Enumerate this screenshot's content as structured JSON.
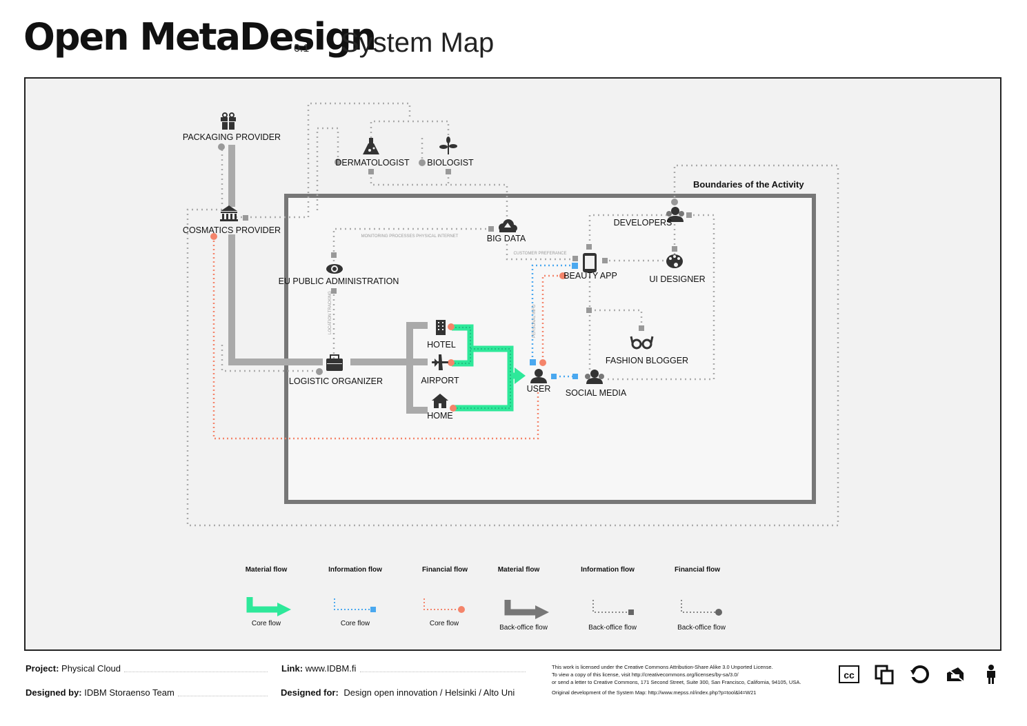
{
  "header": {
    "title": "Open MetaDesign",
    "version": "0.1",
    "subtitle": "System Map"
  },
  "map": {
    "boundary_label": "Boundaries of the Activity",
    "actors": {
      "packaging_provider": "PACKAGING PROVIDER",
      "cosmetics_provider": "COSMATICS PROVIDER",
      "dermatologist": "DERMATOLOGIST",
      "biologist": "BIOLOGIST",
      "big_data": "BIG DATA",
      "eu_public_admin": "EU PUBLIC ADMINISTRATION",
      "logistic_organizer": "LOGISTIC ORGANIZER",
      "hotel": "HOTEL",
      "airport": "AIRPORT",
      "home": "HOME",
      "user": "USER",
      "beauty_app": "BEAUTY APP",
      "developers": "DEVELOPERS",
      "ui_designer": "UI DESIGNER",
      "fashion_blogger": "FASHION BLOGGER",
      "social_media": "SOCIAL MEDIA"
    },
    "flow_labels": {
      "monitoring": "MONITORING PROCESSES PHYSICAL INTERNET",
      "customer_preference": "CUSTOMER PREFERANCE",
      "location_tracking": "LOCATION TRACKING",
      "personal_info": "PERSONAL INFO"
    }
  },
  "legend": [
    {
      "title": "Material flow",
      "sub": "Core flow"
    },
    {
      "title": "Information flow",
      "sub": "Core flow"
    },
    {
      "title": "Financial flow",
      "sub": "Core flow"
    },
    {
      "title": "Material flow",
      "sub": "Back-office flow"
    },
    {
      "title": "Information flow",
      "sub": "Back-office flow"
    },
    {
      "title": "Financial flow",
      "sub": "Back-office flow"
    }
  ],
  "footer": {
    "project_label": "Project:",
    "project_value": "Physical Cloud",
    "designed_by_label": "Designed by:",
    "designed_by_value": "IDBM Storaenso Team",
    "link_label": "Link:",
    "link_value": "www.IDBM.fi",
    "designed_for_label": "Designed for:",
    "designed_for_value": "Design open innovation / Helsinki / Alto Uni",
    "license_lines": [
      "This work is licensed under the Creative Commons Attribution-Share Alike 3.0 Unported License.",
      "To view a copy of this license, visit http://creativecommons.org/licenses/by-sa/3.0/",
      "or send a letter to Creative Commons, 171 Second Street, Suite 300, San Francisco, California, 94105, USA.",
      "Original development of the System Map: http://www.mepss.nl/index.php?p=tool&l4=W21"
    ]
  },
  "colors": {
    "material": "#2ee89a",
    "information": "#4aa8ef",
    "financial": "#f4846a",
    "backoffice": "#999999",
    "boundary": "#777777"
  },
  "icons": [
    "gift-icon",
    "bank-icon",
    "flask-icon",
    "plant-icon",
    "cloud-upload-icon",
    "eye-icon",
    "briefcase-icon",
    "building-icon",
    "airplane-icon",
    "house-icon",
    "user-icon",
    "tablet-icon",
    "group-icon",
    "palette-icon",
    "glasses-icon",
    "cc-icon",
    "cc-share-icon",
    "cc-remix-icon",
    "cc-nc-icon",
    "cc-by-icon"
  ]
}
